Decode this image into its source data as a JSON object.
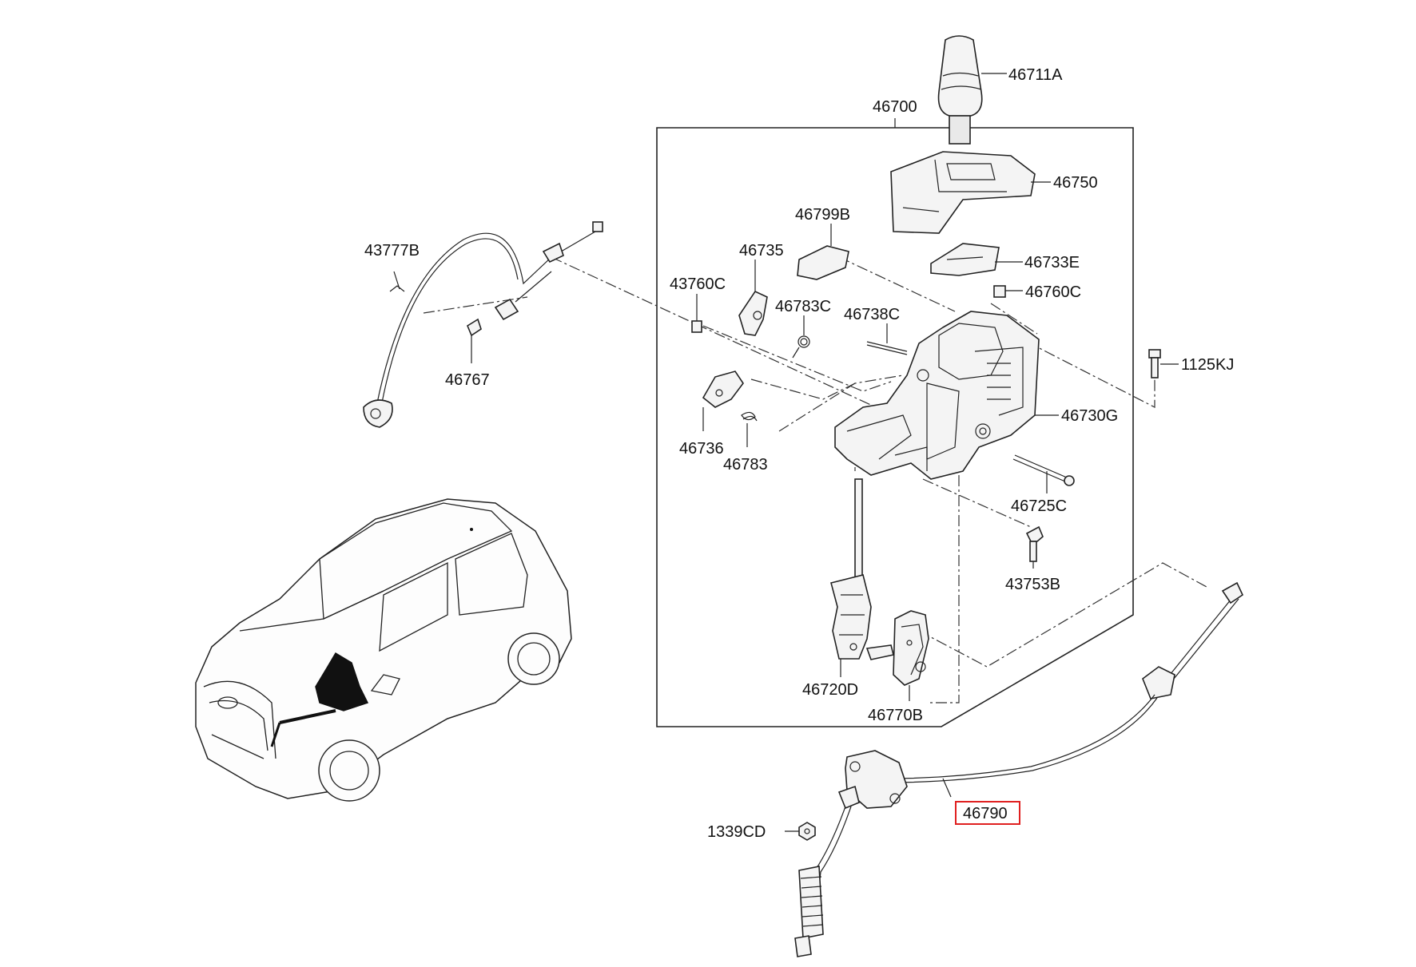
{
  "diagram": {
    "part_labels": {
      "p46711A": "46711A",
      "p46700": "46700",
      "p46750": "46750",
      "p46799B": "46799B",
      "p46733E": "46733E",
      "p46735": "46735",
      "p46760C": "46760C",
      "p43777B": "43777B",
      "p43760C": "43760C",
      "p46783C": "46783C",
      "p46738C": "46738C",
      "p1125KJ": "1125KJ",
      "p46767": "46767",
      "p46730G": "46730G",
      "p46736": "46736",
      "p46783": "46783",
      "p46725C": "46725C",
      "p43753B": "43753B",
      "p46720D": "46720D",
      "p46770B": "46770B",
      "p46790": "46790",
      "p1339CD": "1339CD"
    },
    "highlighted_part": "46790",
    "highlight_color": "#e02020"
  }
}
